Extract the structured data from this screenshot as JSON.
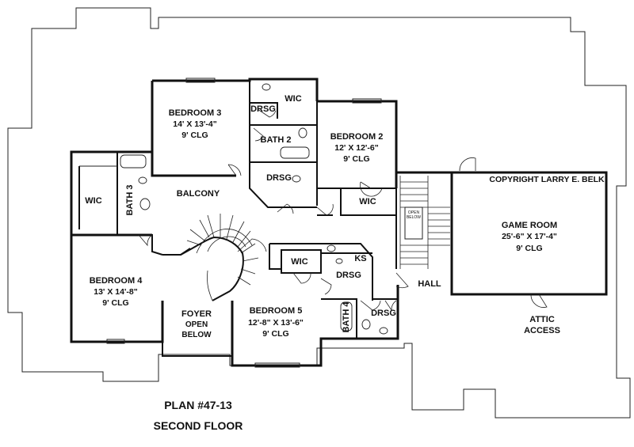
{
  "plan": {
    "title": "PLAN #47-13",
    "subtitle": "SECOND FLOOR",
    "copyright": "COPYRIGHT LARRY E. BELK"
  },
  "rooms": {
    "bedroom3": {
      "name": "BEDROOM 3",
      "dims": "14' X 13'-4\"",
      "ceiling": "9' CLG"
    },
    "bedroom2": {
      "name": "BEDROOM 2",
      "dims": "12' X 12'-6\"",
      "ceiling": "9' CLG"
    },
    "bedroom4": {
      "name": "BEDROOM 4",
      "dims": "13' X 14'-8\"",
      "ceiling": "9' CLG"
    },
    "bedroom5": {
      "name": "BEDROOM 5",
      "dims": "12'-8\" X 13'-6\"",
      "ceiling": "9' CLG"
    },
    "game_room": {
      "name": "GAME ROOM",
      "dims": "25'-6\" X 17'-4\"",
      "ceiling": "9' CLG"
    },
    "balcony": {
      "name": "BALCONY"
    },
    "foyer": {
      "line1": "FOYER",
      "line2": "OPEN",
      "line3": "BELOW"
    },
    "bath2": {
      "name": "BATH 2"
    },
    "bath3": {
      "name": "BATH 3"
    },
    "bath4": {
      "name": "BATH 4"
    },
    "hall": {
      "name": "HALL"
    },
    "attic": {
      "line1": "ATTIC",
      "line2": "ACCESS"
    },
    "open_below": {
      "line1": "OPEN",
      "line2": "BELOW"
    },
    "labels": {
      "wic_b3": "WIC",
      "drsg_b3": "DRSG",
      "drsg_mid": "DRSG",
      "wic_b2": "WIC",
      "wic_b4": "WIC",
      "wic_b5": "WIC",
      "drsg_b5": "DRSG",
      "ks": "KS",
      "drsg_b4bath": "DRSG"
    }
  }
}
